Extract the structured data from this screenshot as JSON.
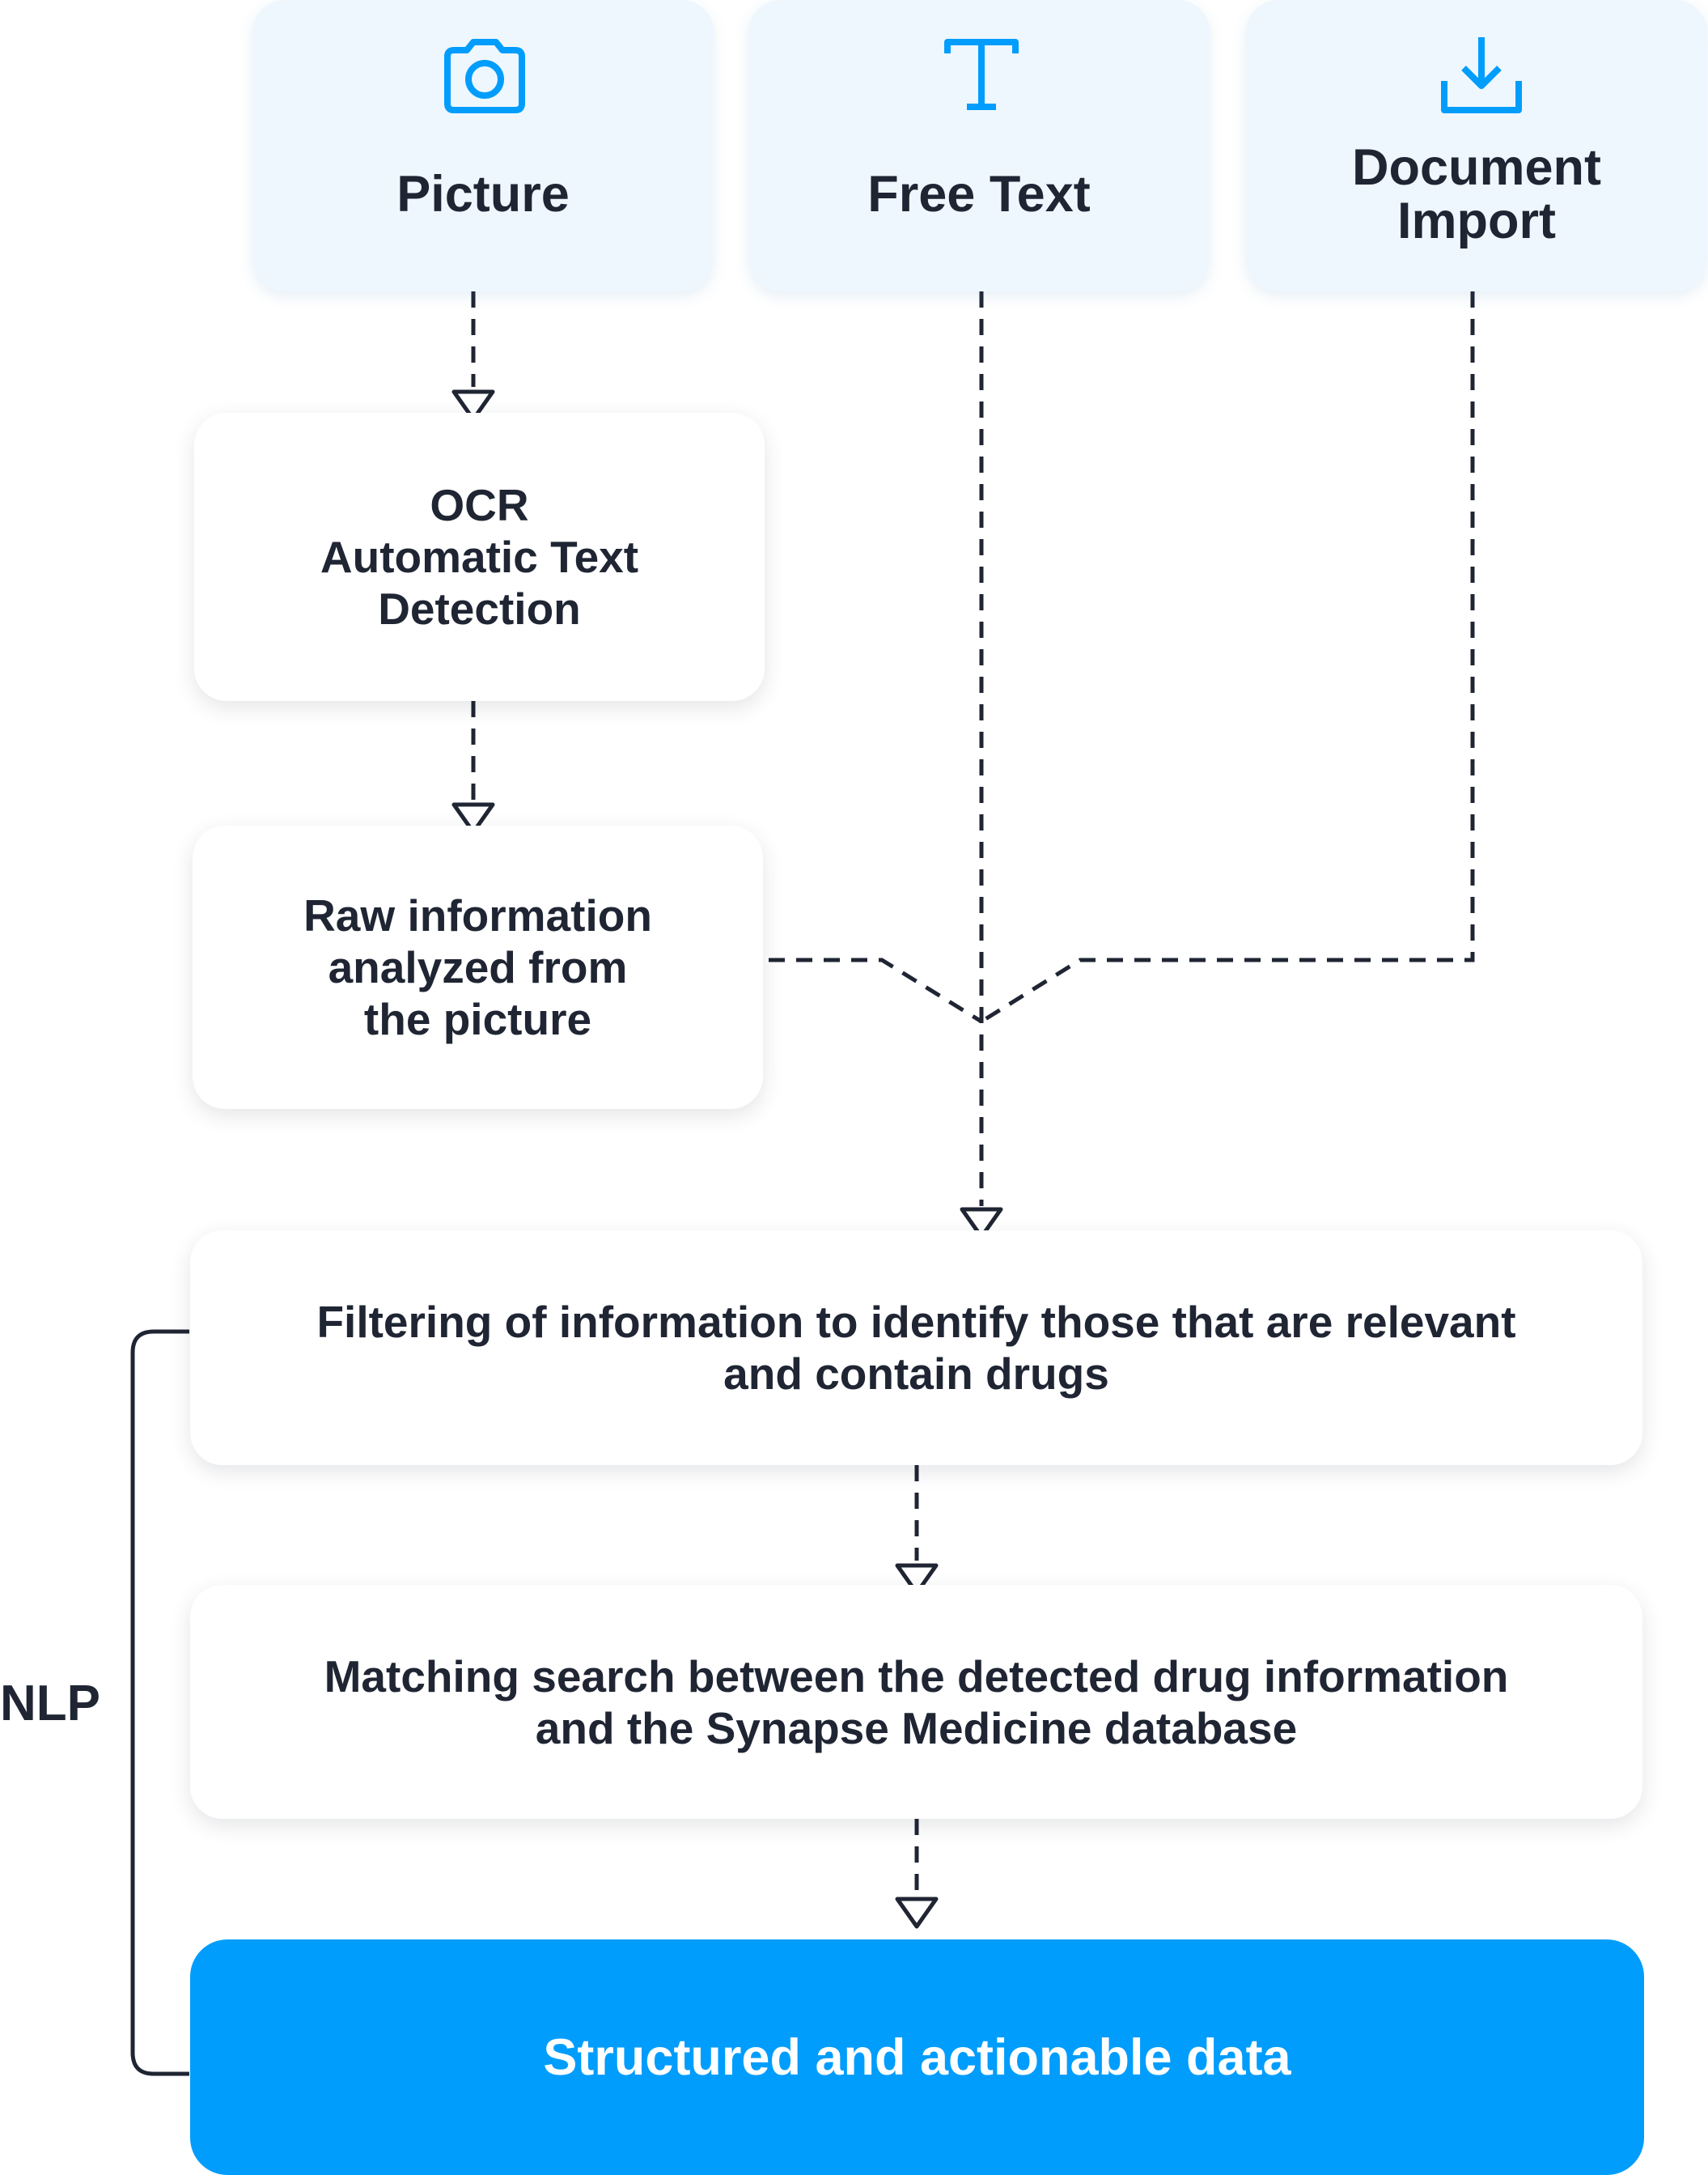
{
  "inputs": {
    "picture": {
      "label": "Picture",
      "icon": "camera-icon"
    },
    "free_text": {
      "label": "Free Text",
      "icon": "text-icon"
    },
    "document_import": {
      "label": "Document\nImport",
      "icon": "download-icon"
    }
  },
  "steps": {
    "ocr": "OCR\nAutomatic Text\nDetection",
    "raw_info": "Raw information\nanalyzed from\nthe picture",
    "filtering": "Filtering of information to identify those that are relevant\nand contain drugs",
    "matching": "Matching search between the detected drug information\nand the Synapse Medicine database",
    "output": "Structured and actionable data"
  },
  "bracket_label": "NLP",
  "colors": {
    "accent": "#009dfc",
    "input_card_bg": "#eff7fe",
    "text": "#1f2533",
    "connector": "#1f2533"
  }
}
